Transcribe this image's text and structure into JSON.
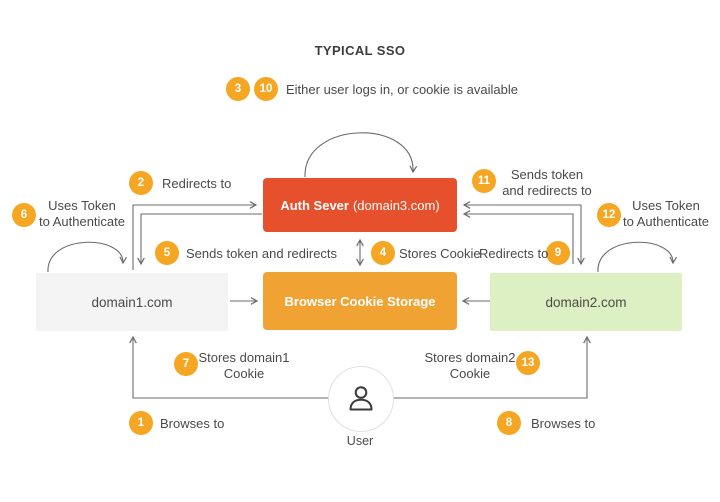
{
  "title": "TYPICAL SSO",
  "colors": {
    "badge_orange": "#f5a623",
    "auth_box_red": "#e7502c",
    "cookie_box_orange": "#f0a232",
    "domain1_box_gray": "#f4f4f4",
    "domain2_box_green": "#dcf0c4",
    "line_gray": "#6b6b6b",
    "text_gray": "#4a4a4a"
  },
  "nodes": {
    "auth_server": {
      "label_bold": "Auth Sever",
      "label_rest": "(domain3.com)"
    },
    "cookie_storage": {
      "label": "Browser Cookie Storage"
    },
    "domain1": {
      "label": "domain1.com"
    },
    "domain2": {
      "label": "domain2.com"
    },
    "user": {
      "label": "User",
      "icon": "user-person-icon"
    }
  },
  "steps": {
    "s1": {
      "num": "1",
      "label": "Browses to"
    },
    "s2": {
      "num": "2",
      "label": "Redirects to"
    },
    "s3": {
      "num": "3"
    },
    "s10": {
      "num": "10"
    },
    "s3_s10_label": "Either user logs in, or cookie is available",
    "s4": {
      "num": "4",
      "label": "Stores Cookie"
    },
    "s5": {
      "num": "5",
      "label": "Sends token and redirects"
    },
    "s6": {
      "num": "6",
      "label": "Uses Token\nto Authenticate"
    },
    "s7": {
      "num": "7",
      "label": "Stores domain1\nCookie"
    },
    "s8": {
      "num": "8",
      "label": "Browses to"
    },
    "s9": {
      "num": "9",
      "label": "Redirects to"
    },
    "s11": {
      "num": "11",
      "label": "Sends token\nand redirects to"
    },
    "s12": {
      "num": "12",
      "label": "Uses Token\nto Authenticate"
    },
    "s13": {
      "num": "13",
      "label": "Stores domain2\nCookie"
    }
  }
}
